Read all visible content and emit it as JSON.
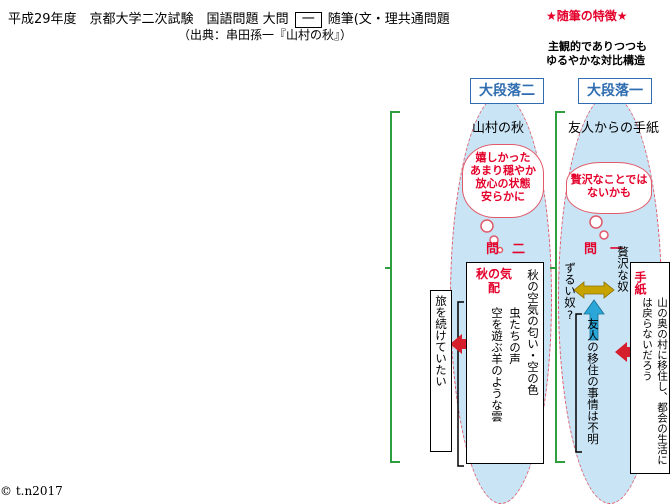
{
  "header": {
    "line1_prefix": "平成29年度　京都大学二次試験　国語問題 大問",
    "line1_number": "一",
    "line1_suffix": "随筆(文・理共通問題",
    "line2": "（出典：串田孫一『山村の秋』）"
  },
  "feature": {
    "title": "★随筆の特徴★",
    "line1": "主観的でありつつも",
    "line2": "ゆるやかな対比構造"
  },
  "section2": {
    "label": "大段落二",
    "topic": "山村の秋",
    "bubble": [
      "嬉しかった",
      "あまり穏やか",
      "放心の状態",
      "安らかに"
    ],
    "question": "問　二",
    "box_title": "秋の気配",
    "box_lines": [
      "秋の空気の匂い・空の色",
      "虫たちの声",
      "空を遊ぶ羊のような雲"
    ],
    "result": "旅を続けていたい"
  },
  "section1": {
    "label": "大段落一",
    "topic": "友人からの手紙",
    "bubble": [
      "贅沢なことでは",
      "ないかも"
    ],
    "question": "問　一",
    "letter_label": "手紙",
    "letter_text": "山の奥の村に移住し、都会の生活には戻らないだろう",
    "friend_text": "友人の移住の事情は不明",
    "luxury_text": "贅沢な奴",
    "sly_text": "ずるい奴?"
  },
  "copyright": "© t.n2017",
  "colors": {
    "accent_red": "#e4002b",
    "section_blue": "#2f6db0",
    "ellipse_fill": "#c9e4f5",
    "bracket_green": "#2e9e3e",
    "arrow_gold": "#c8a400",
    "arrow_cyan": "#2aa7d8"
  }
}
